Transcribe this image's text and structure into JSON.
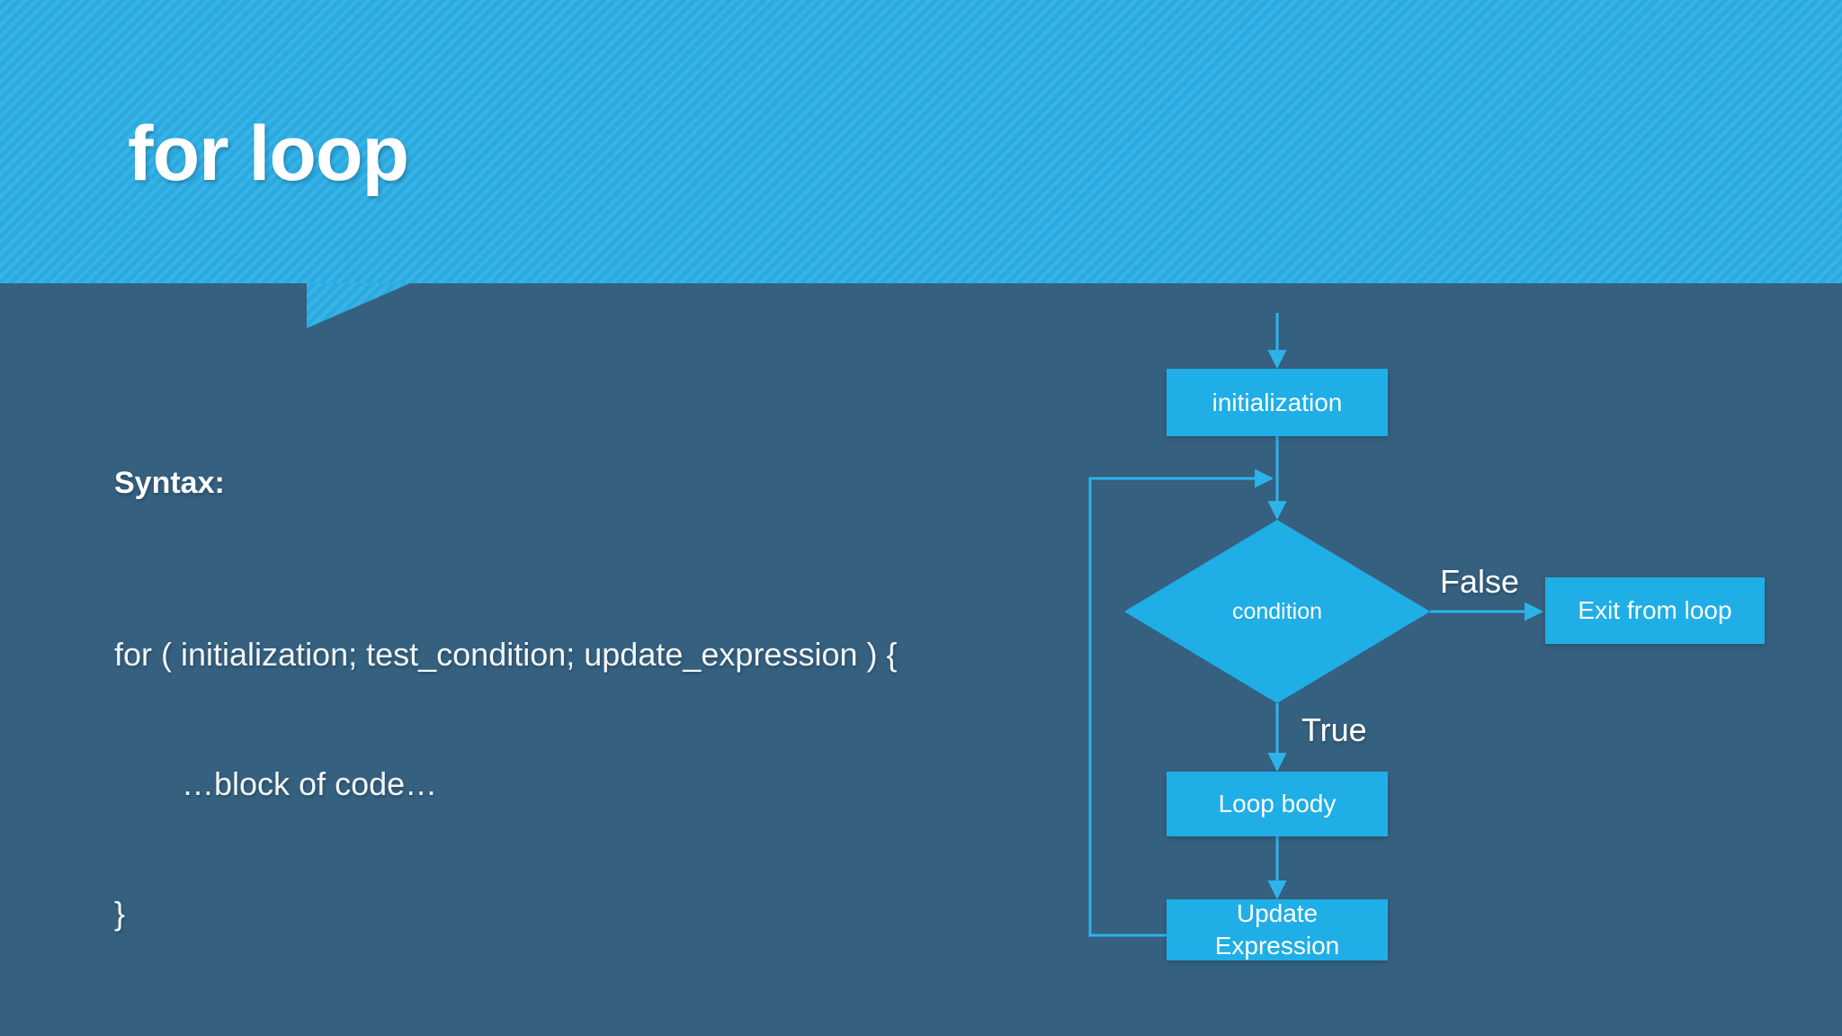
{
  "slide": {
    "title": "for loop",
    "theme": {
      "header_color": "#29abe2",
      "body_color": "#35607f",
      "node_color": "#1faee6",
      "text_color": "#ffffff"
    }
  },
  "content": {
    "syntax_label": "Syntax:",
    "code_lines": [
      "for ( initialization; test_condition; update_expression ) {",
      "…block of code…",
      "}"
    ]
  },
  "flowchart": {
    "nodes": {
      "initialization": "initialization",
      "condition": "condition",
      "exit_from_loop": "Exit from loop",
      "loop_body": "Loop body",
      "update_expression_line1": "Update",
      "update_expression_line2": "Expression"
    },
    "edge_labels": {
      "false": "False",
      "true": "True"
    }
  }
}
